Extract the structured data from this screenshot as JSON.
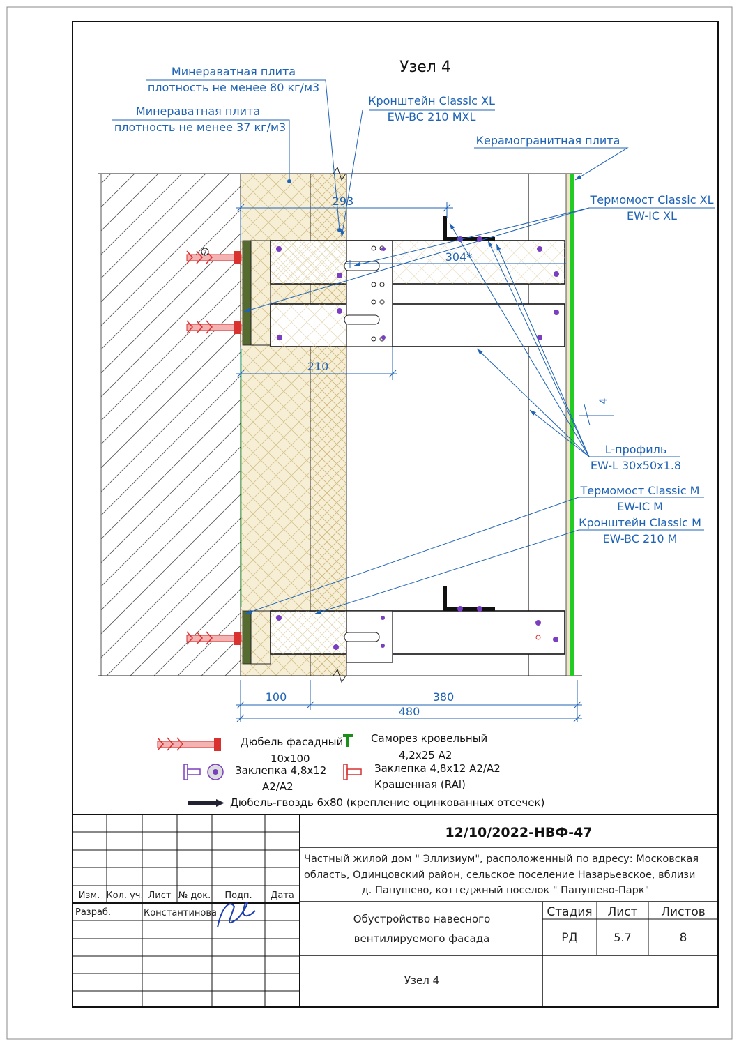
{
  "title": "Узел 4",
  "callouts": {
    "mineral_wool_80_line1": "Минераватная плита",
    "mineral_wool_80_line2": "плотность не менее 80 кг/м3",
    "mineral_wool_37_line1": "Минераватная плита",
    "mineral_wool_37_line2": "плотность не менее 37 кг/м3",
    "bracket_xl_line1": "Кронштейн Classic XL",
    "bracket_xl_line2": "EW-BC 210 MXL",
    "porcelain_slab": "Керамогранитная плита",
    "thermal_break_xl_line1": "Термомост Classic XL",
    "thermal_break_xl_line2": "EW-IC XL",
    "l_profile_line1": "L-профиль",
    "l_profile_line2": "EW-L 30x50x1.8",
    "thermal_break_m_line1": "Термомост Classic M",
    "thermal_break_m_line2": "EW-IC M",
    "bracket_m_line1": "Кронштейн Classic M",
    "bracket_m_line2": "EW-BC 210 M"
  },
  "dimensions": {
    "d293": "293",
    "d304": "304*",
    "d210": "210",
    "d4": "4",
    "d100": "100",
    "d380": "380",
    "d480": "480"
  },
  "bracket_top_marker": "7",
  "legend": {
    "facade_dowel_line1": "Дюбель фасадный",
    "facade_dowel_line2": "10x100",
    "roof_screw_line1": "Саморез кровельный",
    "roof_screw_line2": "4,2x25 А2",
    "rivet_line1": "Заклепка 4,8x12",
    "rivet_line2": "А2/А2",
    "rivet_painted_line1": "Заклепка 4,8x12 А2/А2",
    "rivet_painted_line2": "Крашенная (RAl)",
    "nail_dowel": "Дюбель-гвоздь 6x80 (крепление оцинкованных отсечек)"
  },
  "title_block": {
    "project_code": "12/10/2022-НВФ-47",
    "address_line1": "Частный жилой дом \" Эллизиум\", расположенный по адресу: Московская",
    "address_line2": "область, Одинцовский район, сельское поселение Назарьевское, вблизи",
    "address_line3": "д. Папушево, коттеджный поселок \" Папушево-Парк\"",
    "col_izm": "Изм.",
    "col_koluch": "Кол. уч.",
    "col_list": "Лист",
    "col_ndok": "№ док.",
    "col_podp": "Подп.",
    "col_data": "Дата",
    "role_developer": "Разраб.",
    "developer_name": "Константинова",
    "work_line1": "Обустройство навесного",
    "work_line2": "вентилируемого фасада",
    "sheet_name": "Узел 4",
    "stage_label": "Стадия",
    "sheet_label": "Лист",
    "sheets_label": "Листов",
    "stage_value": "РД",
    "sheet_value": "5.7",
    "sheets_value": "8"
  },
  "colors": {
    "leader_blue": "#1f63b5",
    "insulation_fill": "#f6efd6",
    "insulation_hatch": "#d4c08a",
    "facade_green": "#22cc22",
    "dowel_red": "#d93030",
    "rivet_purple": "#7a3fc0"
  },
  "icons": {
    "facade_dowel": "facade-dowel-icon",
    "roof_screw": "roof-screw-icon",
    "rivet": "rivet-icon",
    "painted_rivet": "painted-rivet-icon",
    "nail_dowel": "nail-dowel-icon"
  }
}
